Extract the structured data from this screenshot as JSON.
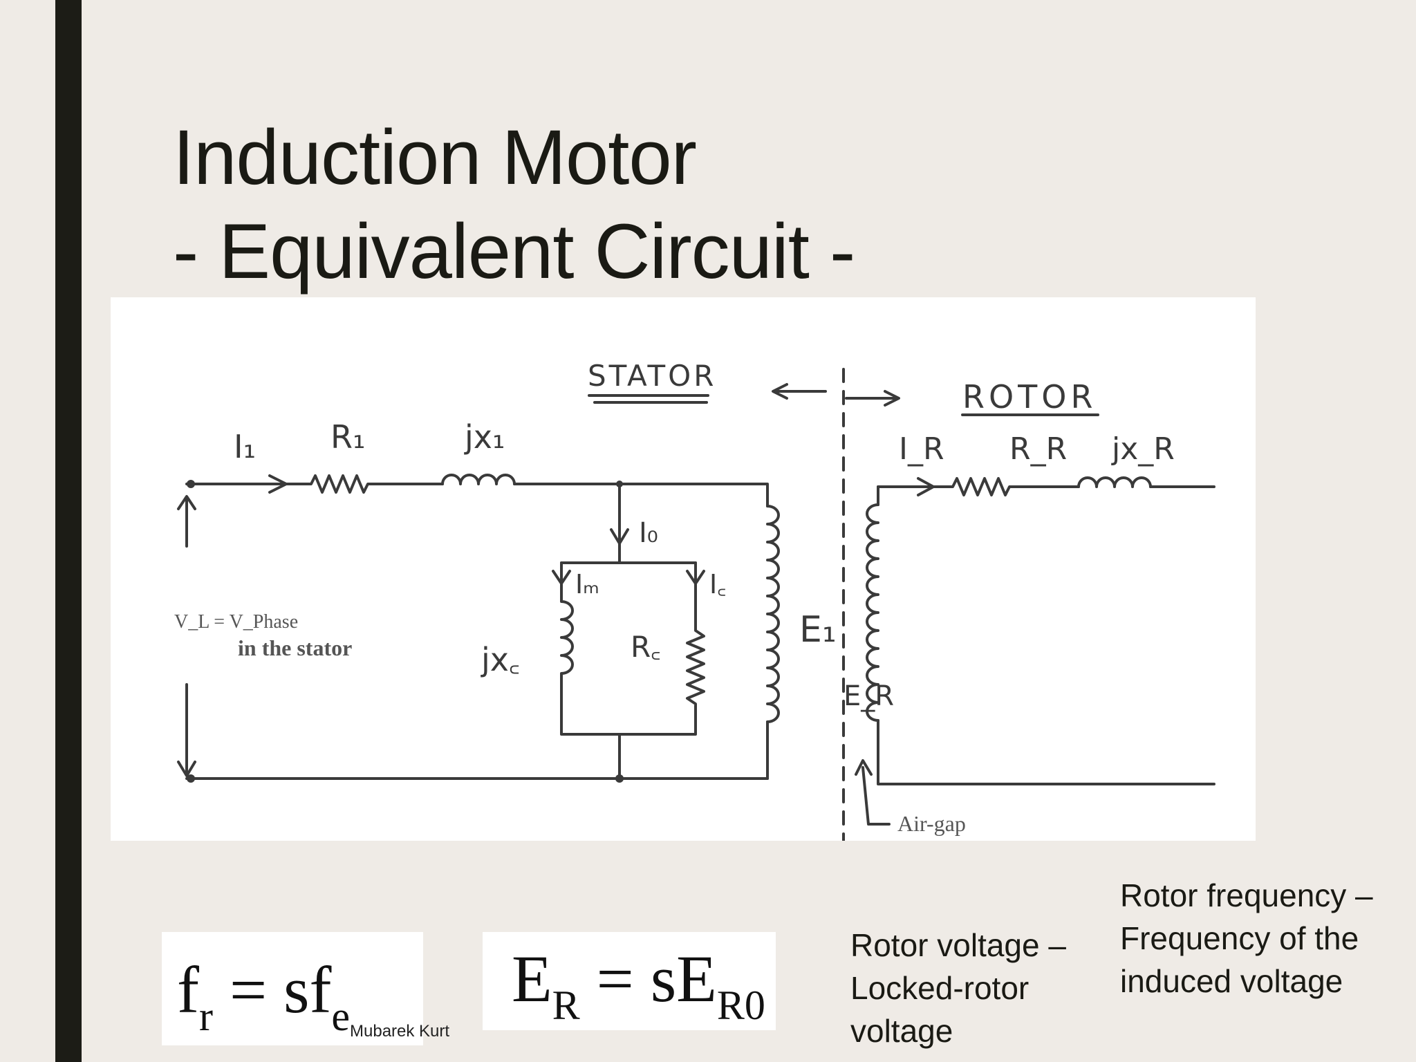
{
  "slide": {
    "title_line1": "Induction Motor",
    "title_line2": "- Equivalent Circuit -"
  },
  "circuit": {
    "stator_label": "STATOR",
    "rotor_label": "ROTOR",
    "i1": "I₁",
    "r1": "R₁",
    "jx1": "jx₁",
    "i0": "I₀",
    "im": "Iₘ",
    "ic": "I꜀",
    "jxc": "jx꜀",
    "rc": "R꜀",
    "e1": "E₁",
    "er": "E_R",
    "ir": "I_R",
    "rr": "R_R",
    "jxr": "jx_R",
    "voltage_note": "V_L = V_Phase",
    "stator_note": "in the stator",
    "airgap_label": "Air-gap"
  },
  "formulas": {
    "f1_main": "f",
    "f1_sub": "r",
    "f1_mid": " = sf",
    "f1_sub2": "e",
    "f2_main": "E",
    "f2_sub": "R",
    "f2_mid": " = sE",
    "f2_sub2": "R0"
  },
  "credit": "Mubarek Kurt",
  "notes": {
    "voltage_line1": "Rotor voltage –",
    "voltage_line2": "Locked-rotor",
    "voltage_line3": "voltage",
    "frequency_line1": "Rotor frequency –",
    "frequency_line2": "Frequency of the",
    "frequency_line3": "induced voltage"
  }
}
